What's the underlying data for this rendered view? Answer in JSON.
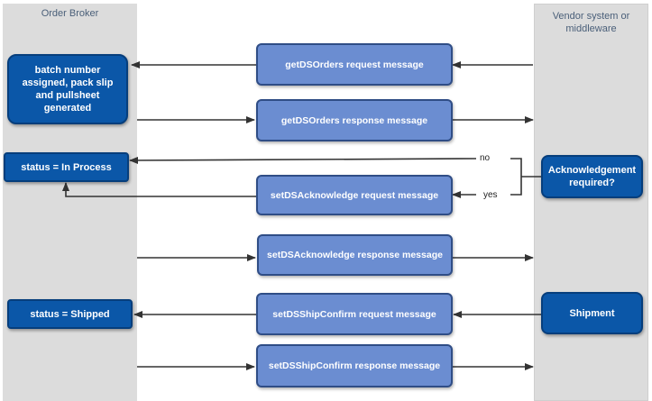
{
  "lanes": {
    "left": "Order Broker",
    "right": "Vendor system or middleware"
  },
  "nodes": {
    "batch": "batch number assigned, pack slip and pullsheet generated",
    "in_process": "status = In Process",
    "shipped": "status = Shipped",
    "ack_required": "Acknowledgement required?",
    "shipment": "Shipment"
  },
  "messages": {
    "get_request": "getDSOrders request message",
    "get_response": "getDSOrders response message",
    "ack_request": "setDSAcknowledge request message",
    "ack_response": "setDSAcknowledge response message",
    "ship_request": "setDSShipConfirm request message",
    "ship_response": "setDSShipConfirm response message"
  },
  "decision": {
    "no": "no",
    "yes": "yes"
  },
  "colors": {
    "node_fill": "#0b57a8",
    "message_fill": "#6b8dd1",
    "lane_fill": "#dcdcdc",
    "connector": "#333333"
  }
}
